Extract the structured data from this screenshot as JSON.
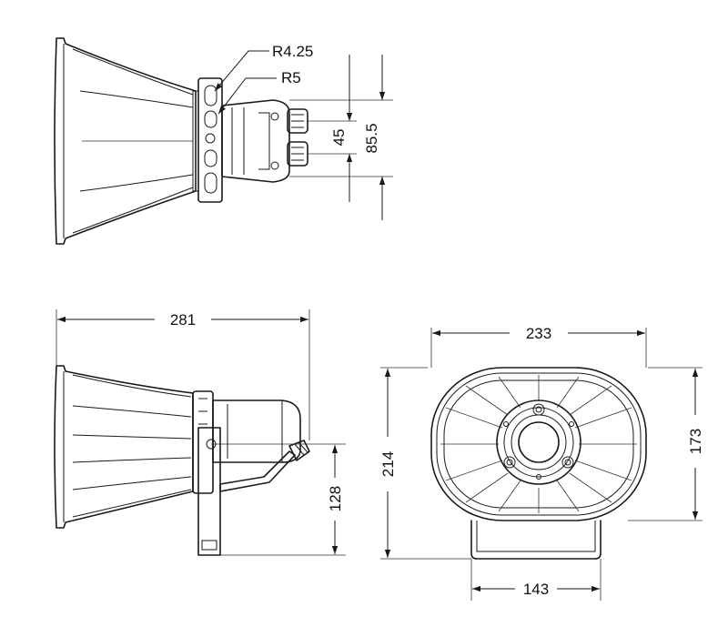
{
  "colors": {
    "line": "#1a1a1a",
    "background": "#ffffff"
  },
  "top_view": {
    "radius_large": "R4.25",
    "radius_small": "R5",
    "dim_inner": "45",
    "dim_outer": "85.5"
  },
  "side_view": {
    "dim_length": "281",
    "dim_mount_height": "128"
  },
  "front_view": {
    "dim_width": "233",
    "dim_height": "214",
    "dim_mouth_height": "173",
    "dim_bracket_width": "143"
  }
}
